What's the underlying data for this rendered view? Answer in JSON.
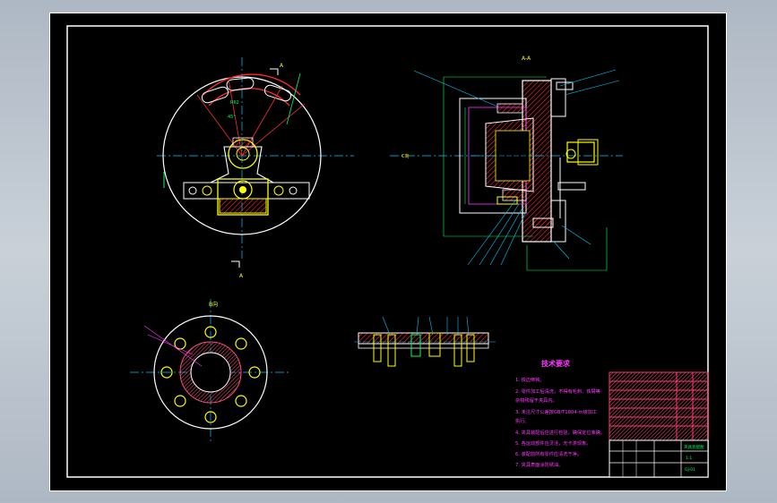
{
  "views": {
    "section_label_a": "A",
    "section_label_b": "B",
    "section_label_aa": "A-A",
    "view_label_b": "B向",
    "view_label_side": "C向"
  },
  "tech_requirements": {
    "title": "技术要求",
    "lines": [
      "1. 锐边倒钝。",
      "2. 零件加工后清洗，不得有毛刺、铁屑等",
      "杂物残留于夹具内。",
      "3. 未注尺寸公差按GB/T1804-m级加工",
      "执行。",
      "4. 夹具装配后应进行检验，确保定位准确。",
      "5. 各运动部件应灵活，无卡滞现象。",
      "6. 装配前所有零件应清洗干净。",
      "7. 夹具表面涂防锈油。"
    ]
  },
  "title_block": {
    "title": "夹具装配图",
    "scale": "1:1",
    "drawing_no": "GJ-01"
  },
  "colors": {
    "sheet": "#000000",
    "border": "#ffffff",
    "outline": "#ffffff",
    "hatch": "#ff2a2a",
    "center": "#00c8ff",
    "dim": "#00ff5a",
    "yellow": "#ffff00",
    "magenta": "#ff39ff",
    "titleblock": "#ff3b6f"
  }
}
